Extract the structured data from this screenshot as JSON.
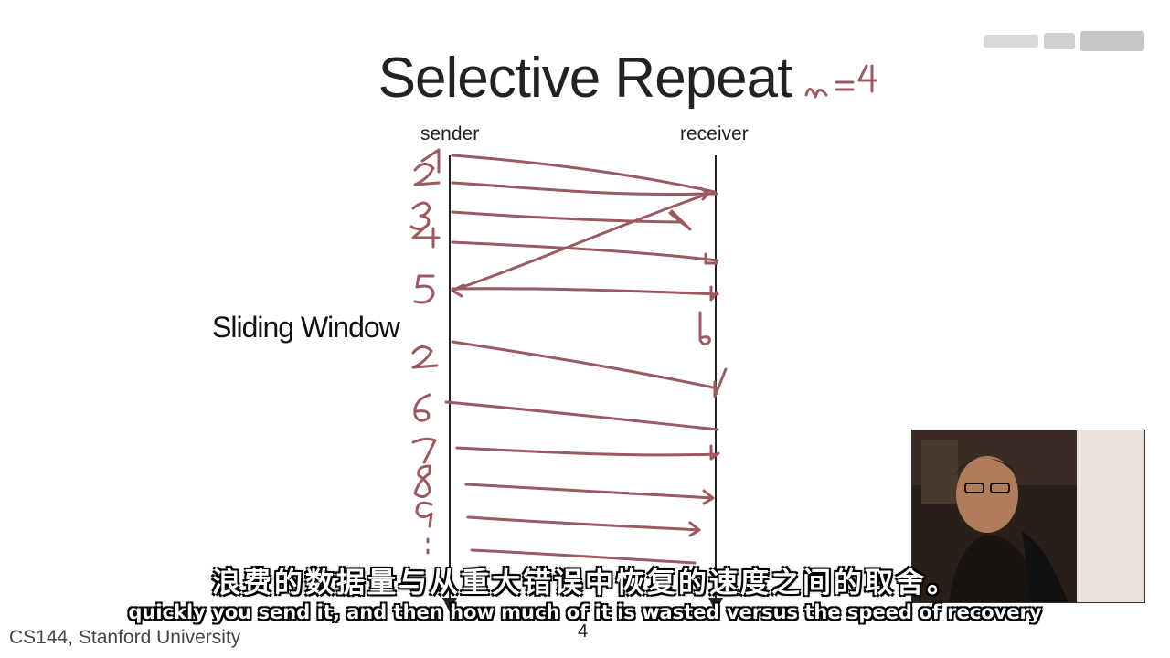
{
  "slide": {
    "title": "Selective Repeat",
    "sender_label": "sender",
    "receiver_label": "receiver",
    "sliding_window_label": "Sliding Window",
    "footer": "CS144, Stanford University",
    "page_number": "4"
  },
  "annotations": {
    "window_size": "n=4",
    "sender_numbers": [
      "1",
      "2",
      "3",
      "4",
      "5",
      "2",
      "6",
      "7",
      "8",
      "9"
    ]
  },
  "subtitles": {
    "chinese": "浪费的数据量与从重大错误中恢复的速度之间的取舍。",
    "english": "quickly you send it, and then how much of it is wasted versus the speed of recovery"
  },
  "colors": {
    "ink": "#9a5a60",
    "text": "#222222"
  }
}
